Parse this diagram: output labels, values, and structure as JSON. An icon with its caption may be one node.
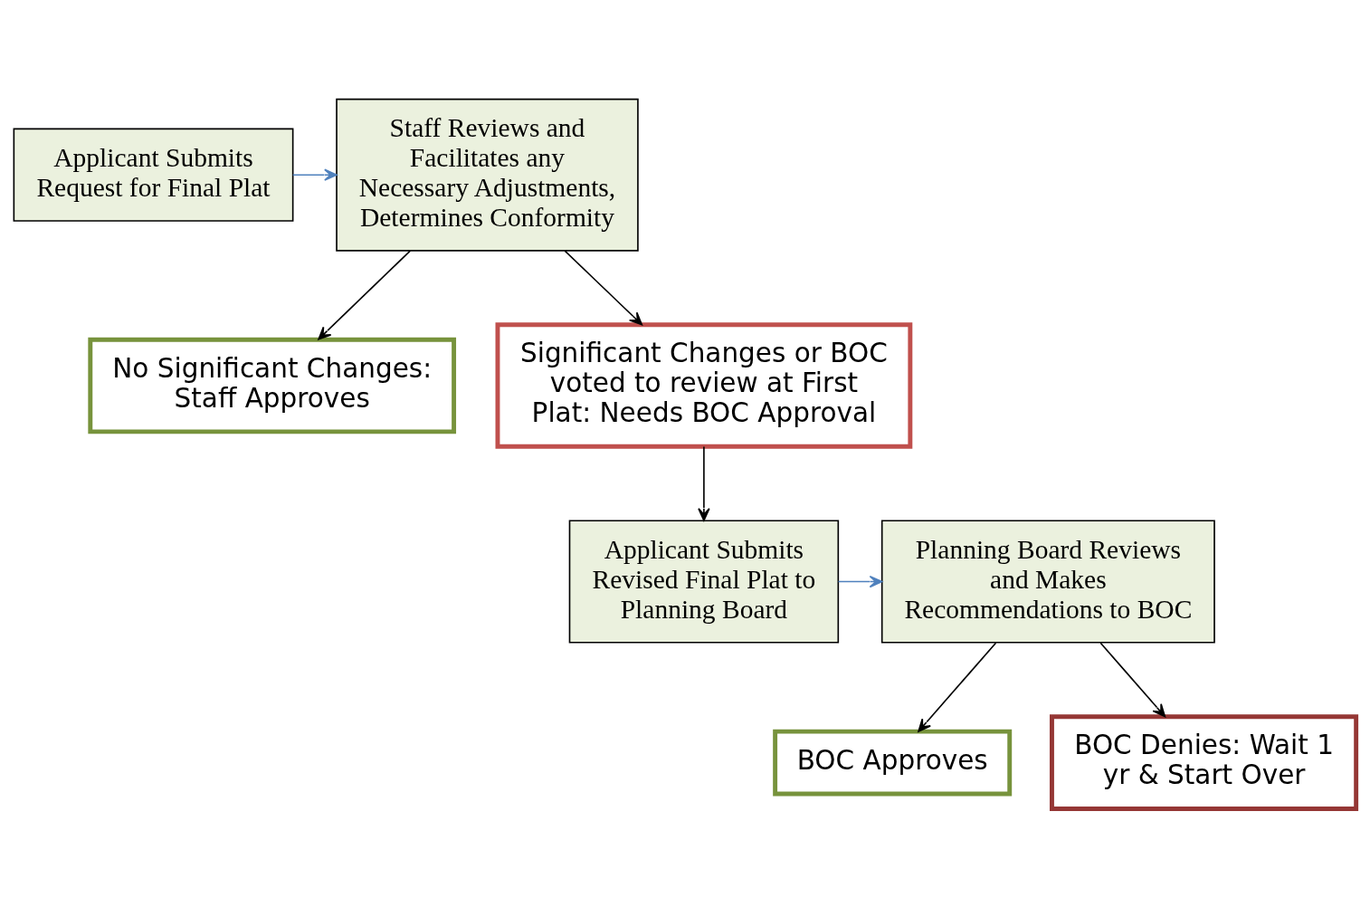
{
  "diagram": {
    "nodes": [
      {
        "text": [
          "Applicant Submits Request for Final Plat"
        ]
      },
      {
        "text": [
          "Staff Reviews and Facilitates any Necessary Adjustments, Determines Conformity"
        ]
      },
      {
        "text": [
          "No Significant Changes: Staff Approves"
        ]
      },
      {
        "text": [
          "Significant Changes or BOC voted to review at First Plat: Needs BOC Approval"
        ]
      },
      {
        "text": [
          "Applicant Submits Revised Final Plat to Planning Board"
        ]
      },
      {
        "text": [
          "Planning Board Reviews and Makes Recommendations to BOC"
        ]
      },
      {
        "text": [
          "BOC Approves"
        ]
      },
      {
        "text": [
          "BOC Denies: Wait 1 yr & Start Over"
        ]
      }
    ],
    "edges": [
      {
        "from": 0,
        "to": 1,
        "arrow": "to",
        "color": "#4f81bd"
      },
      {
        "from": 1,
        "to": 2,
        "arrow": "to"
      },
      {
        "from": 1,
        "to": 3,
        "arrow": "to"
      },
      {
        "from": 3,
        "to": 4,
        "arrow": "to"
      },
      {
        "from": 4,
        "to": 5,
        "arrow": "to",
        "color": "#4f81bd"
      },
      {
        "from": 5,
        "to": 6,
        "arrow": "to"
      },
      {
        "from": 5,
        "to": 7,
        "arrow": "to"
      }
    ]
  }
}
